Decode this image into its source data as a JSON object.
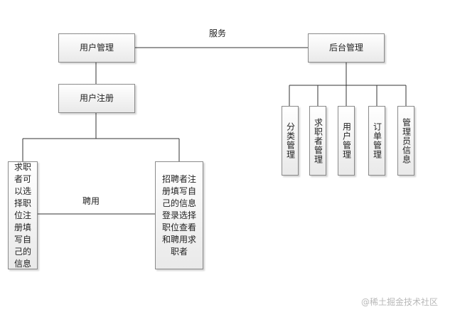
{
  "nodes": {
    "user_mgmt": "用户管理",
    "backend_mgmt": "后台管理",
    "user_register": "用户注册",
    "jobseeker": "求职者可以选择职位注册填写自己的信息",
    "recruiter": "招聘者注册填写自己的信息登录选择职位查看和聘用求职者",
    "category_mgmt": "分类管理",
    "jobseeker_mgmt": "求职者管理",
    "user_mgmt_sub": "用户管理",
    "order_mgmt": "订单管理",
    "admin_info": "管理员信息"
  },
  "edge_labels": {
    "service": "服务",
    "hire": "聘用"
  },
  "watermark": "@稀土掘金技术社区"
}
